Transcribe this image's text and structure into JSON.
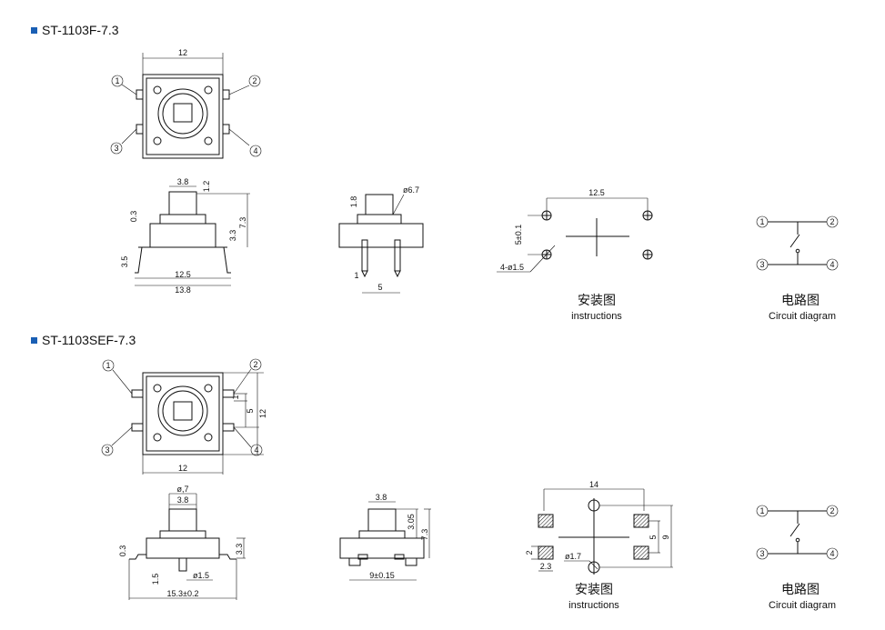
{
  "sections": [
    {
      "title": "ST-1103F-7.3",
      "top_view": {
        "width_dim": "12",
        "pins": [
          "1",
          "2",
          "3",
          "4"
        ]
      },
      "side_view": {
        "dims": [
          "3.8",
          "1.2",
          "0.3",
          "7.3",
          "3.3",
          "3.5",
          "12.5",
          "13.8"
        ]
      },
      "end_view": {
        "dims": [
          "1.8",
          "ø6.7",
          "1",
          "5"
        ]
      },
      "instructions": {
        "dims": [
          "12.5",
          "5±0.1",
          "4-ø1.5"
        ],
        "caption_zh": "安装图",
        "caption_en": "instructions"
      },
      "circuit": {
        "pins": [
          "1",
          "2",
          "3",
          "4"
        ],
        "caption_zh": "电路图",
        "caption_en": "Circuit diagram"
      }
    },
    {
      "title": "ST-1103SEF-7.3",
      "top_view": {
        "width_dim": "12",
        "dims": [
          "1",
          "5",
          "12"
        ],
        "pins": [
          "1",
          "2",
          "3",
          "4"
        ]
      },
      "side_view": {
        "dims": [
          "ø,7",
          "3.8",
          "0.3",
          "3.3",
          "1.5",
          "ø1.5",
          "15.3±0.2"
        ]
      },
      "end_view": {
        "dims": [
          "3.8",
          "3.05",
          "7.3",
          "9±0.15"
        ]
      },
      "instructions": {
        "dims": [
          "14",
          "5",
          "9",
          "2",
          "2.3",
          "ø1.7"
        ],
        "caption_zh": "安装图",
        "caption_en": "instructions"
      },
      "circuit": {
        "pins": [
          "1",
          "2",
          "3",
          "4"
        ],
        "caption_zh": "电路图",
        "caption_en": "Circuit diagram"
      }
    }
  ],
  "colors": {
    "bullet": "#1a5fb4",
    "line": "#111111"
  }
}
